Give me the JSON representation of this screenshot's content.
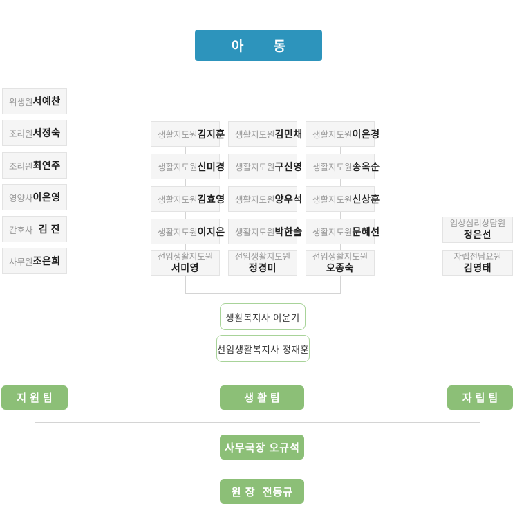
{
  "title": {
    "label": "아 동"
  },
  "support_column": {
    "team_label": "지원팀",
    "members": [
      {
        "role": "위생원",
        "name": "서예찬"
      },
      {
        "role": "조리원",
        "name": "서정숙"
      },
      {
        "role": "조리원",
        "name": "최연주"
      },
      {
        "role": "영양사",
        "name": "이은영"
      },
      {
        "role": "간호사",
        "name": "김 진"
      },
      {
        "role": "사무원",
        "name": "조은희"
      }
    ]
  },
  "life_team": {
    "team_label": "생활팀",
    "columns": [
      {
        "members": [
          {
            "role": "생활지도원",
            "name": "김지훈"
          },
          {
            "role": "생활지도원",
            "name": "신미경"
          },
          {
            "role": "생활지도원",
            "name": "김효영"
          },
          {
            "role": "생활지도원",
            "name": "이지은"
          },
          {
            "role": "선임생활지도원",
            "name": "서미영"
          }
        ]
      },
      {
        "members": [
          {
            "role": "생활지도원",
            "name": "김민채"
          },
          {
            "role": "생활지도원",
            "name": "구신영"
          },
          {
            "role": "생활지도원",
            "name": "양우석"
          },
          {
            "role": "생활지도원",
            "name": "박한솔"
          },
          {
            "role": "선임생활지도원",
            "name": "정경미"
          }
        ]
      },
      {
        "members": [
          {
            "role": "생활지도원",
            "name": "이은경"
          },
          {
            "role": "생활지도원",
            "name": "송옥순"
          },
          {
            "role": "생활지도원",
            "name": "신상훈"
          },
          {
            "role": "생활지도원",
            "name": "문혜선"
          },
          {
            "role": "선임생활지도원",
            "name": "오종숙"
          }
        ]
      }
    ],
    "supervisors": [
      {
        "label": "생활복지사 이윤기"
      },
      {
        "label": "선임생활복지사 정재훈"
      }
    ]
  },
  "independence_column": {
    "team_label": "자립팀",
    "members": [
      {
        "role": "임상심리상담원",
        "name": "정은선"
      },
      {
        "role": "자립전담요원",
        "name": "김영태"
      }
    ]
  },
  "management": [
    {
      "label": "사무국장 오규석"
    },
    {
      "label": "원 장  전동규"
    }
  ],
  "colors": {
    "title_bg": "#2d94bc",
    "box_bg": "#f5f5f5",
    "box_border": "#e3e3e3",
    "role_text": "#9a9a9a",
    "name_text": "#1f1f1f",
    "team_bg": "#8cbf77",
    "outline_border": "#a8d399",
    "connector": "#d4d4d4"
  }
}
